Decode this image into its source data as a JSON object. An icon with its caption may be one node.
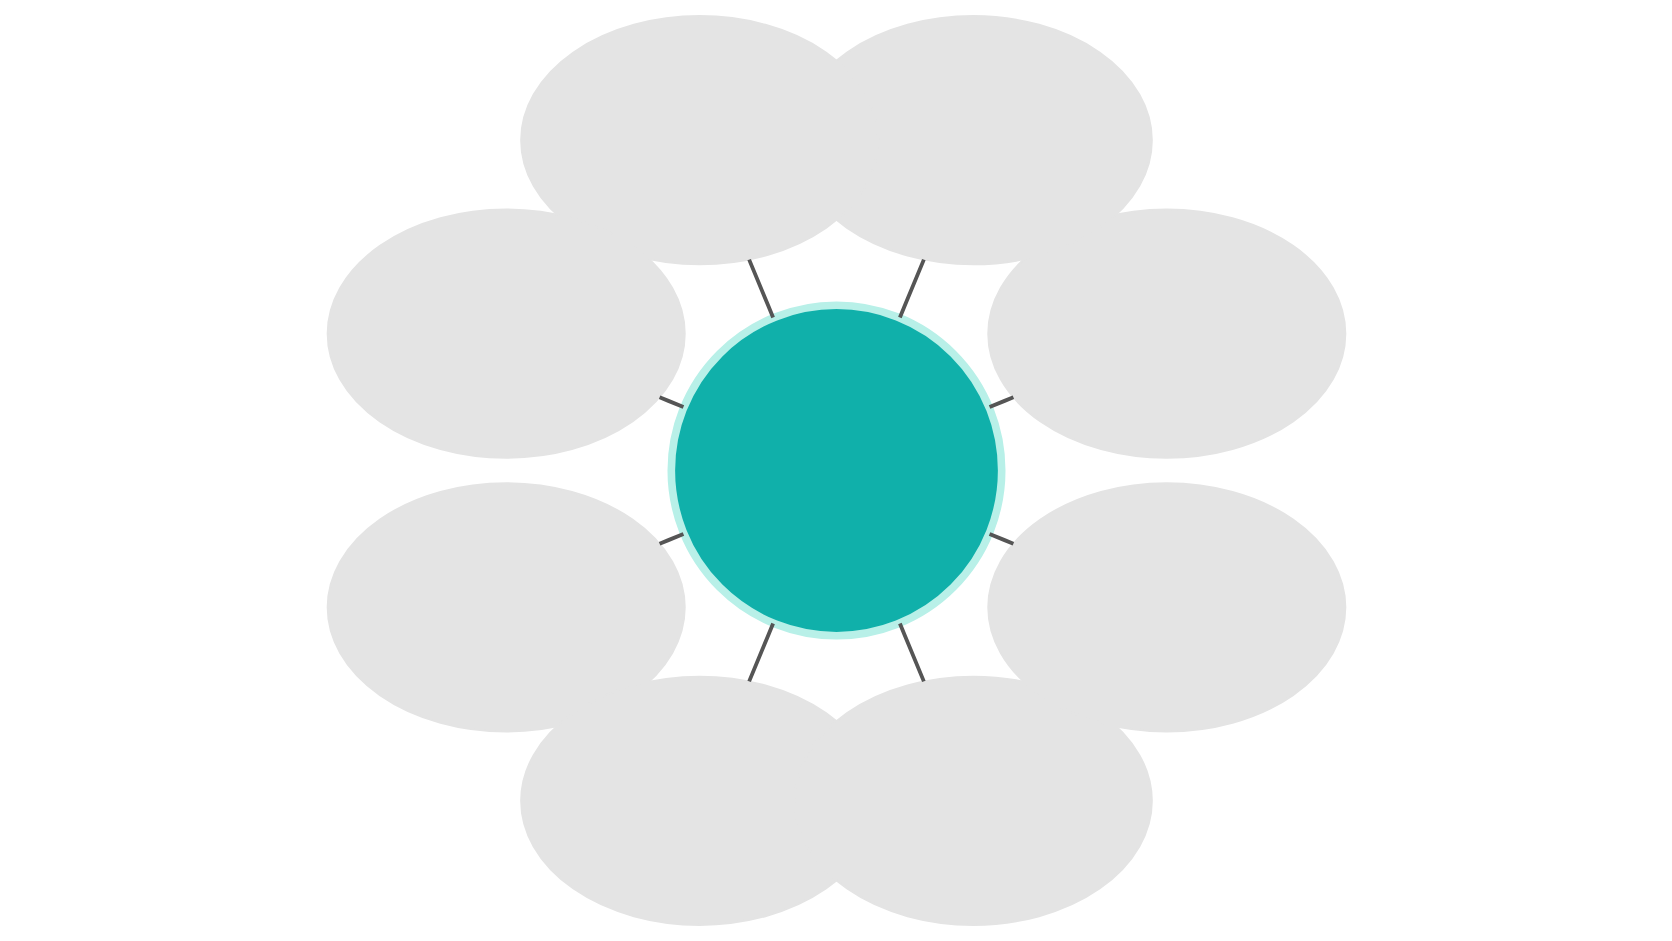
{
  "diagram": {
    "nodes": [
      {
        "text": [],
        "shape": "circle"
      },
      {
        "text": [],
        "shape": "cloud"
      },
      {
        "text": [],
        "shape": "cloud"
      },
      {
        "text": [],
        "shape": "cloud"
      },
      {
        "text": [],
        "shape": "cloud"
      },
      {
        "text": [],
        "shape": "cloud"
      },
      {
        "text": [],
        "shape": "cloud"
      },
      {
        "text": [],
        "shape": "cloud"
      },
      {
        "text": [],
        "shape": "cloud"
      }
    ],
    "edges": [
      {
        "from": 0,
        "to": 1,
        "arrow": "none"
      },
      {
        "from": 0,
        "to": 2,
        "arrow": "none"
      },
      {
        "from": 0,
        "to": 3,
        "arrow": "none"
      },
      {
        "from": 0,
        "to": 4,
        "arrow": "none"
      },
      {
        "from": 0,
        "to": 5,
        "arrow": "none"
      },
      {
        "from": 0,
        "to": 6,
        "arrow": "none"
      },
      {
        "from": 0,
        "to": 7,
        "arrow": "none"
      },
      {
        "from": 0,
        "to": 8,
        "arrow": "none"
      }
    ]
  }
}
